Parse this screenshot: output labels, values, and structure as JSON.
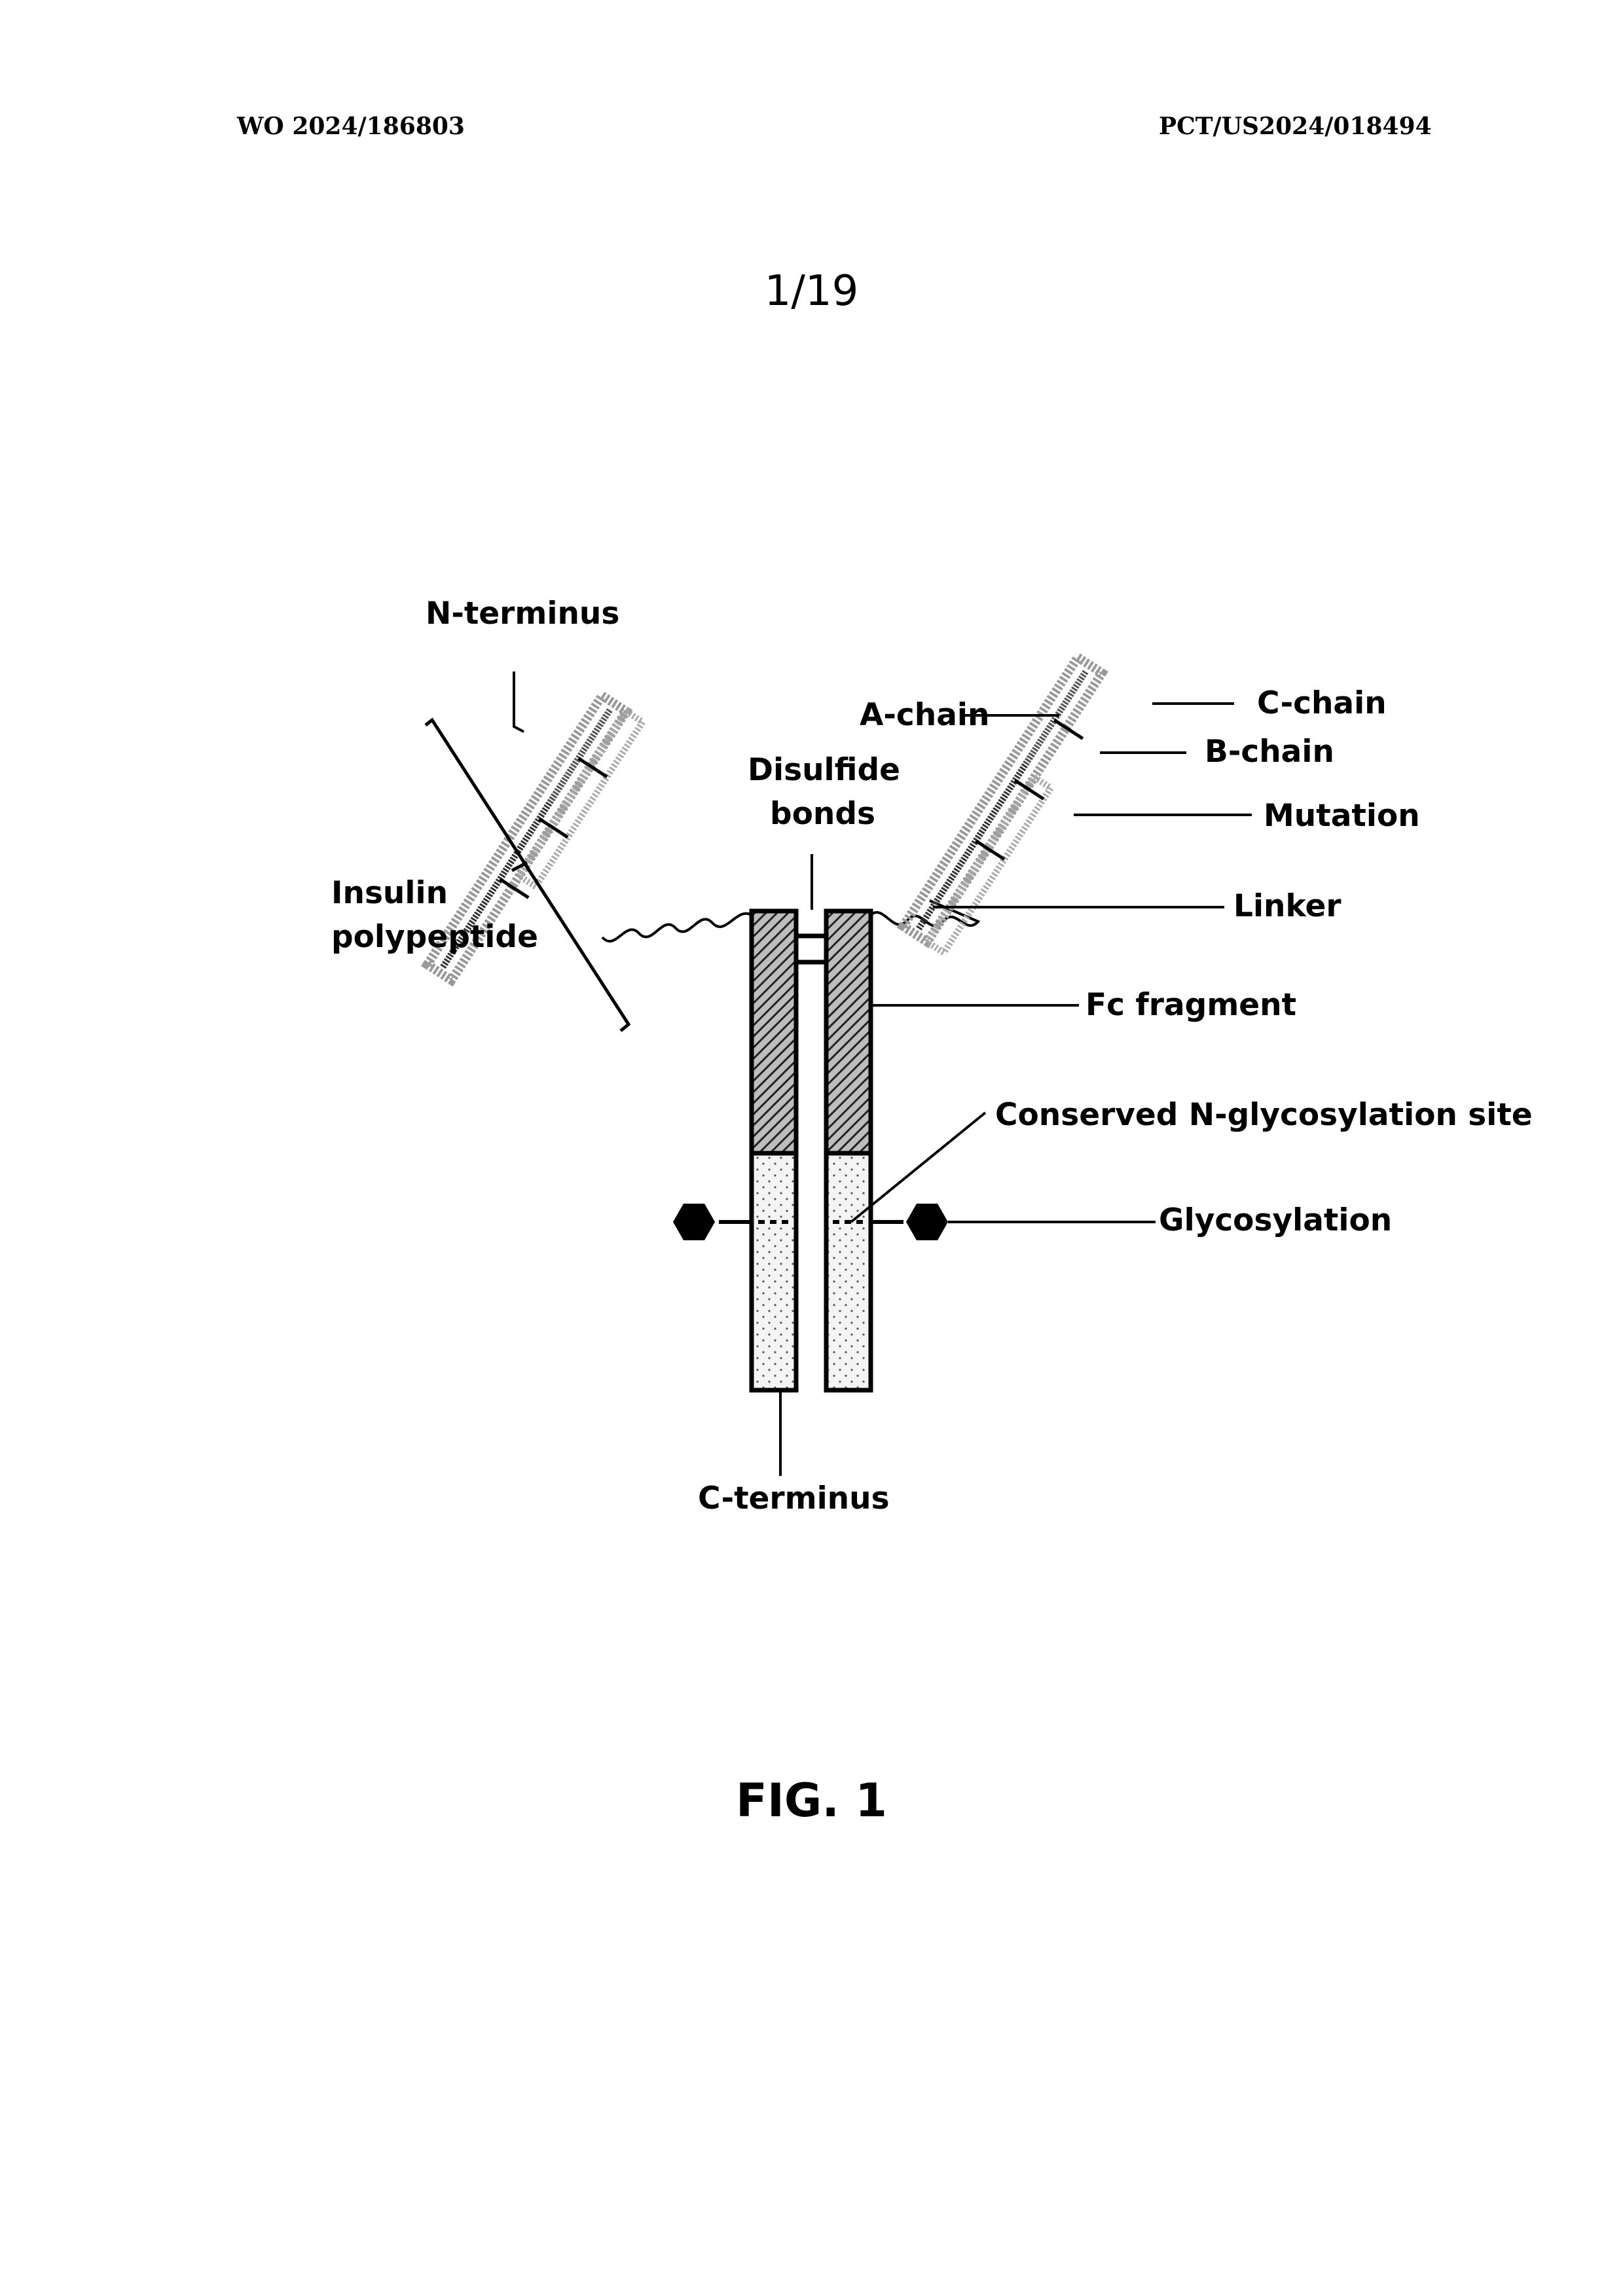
{
  "header": {
    "left": "WO 2024/186803",
    "right": "PCT/US2024/018494"
  },
  "page_number": "1/19",
  "diagram": {
    "labels": {
      "n_terminus": "N-terminus",
      "insulin_line1": "Insulin",
      "insulin_line2": "polypeptide",
      "a_chain": "A-chain",
      "c_chain": "C-chain",
      "b_chain": "B-chain",
      "disulfide_line1": "Disulfide",
      "disulfide_line2": "bonds",
      "mutation": "Mutation",
      "linker": "Linker",
      "fc_fragment": "Fc fragment",
      "n_glyco_site": "Conserved N-glycosylation site",
      "glycosylation": "Glycosylation",
      "c_terminus": "C-terminus"
    }
  },
  "figure_caption": "FIG. 1"
}
